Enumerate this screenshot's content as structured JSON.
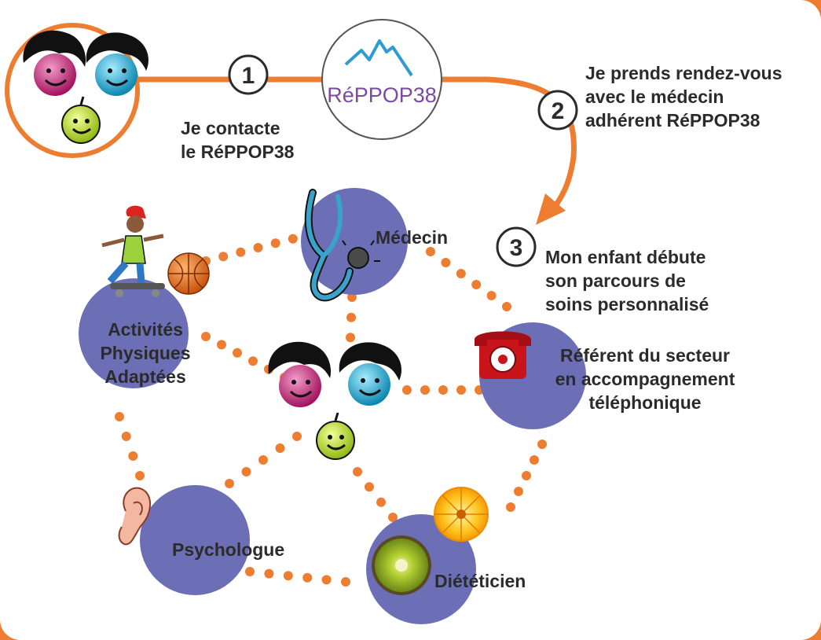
{
  "colors": {
    "accent": "#ed7d31",
    "node": "#6c6fb5",
    "dots": "#ed7d31"
  },
  "logo": {
    "text": "RéPPOP38"
  },
  "steps": [
    {
      "number": "1",
      "lines": [
        "Je contacte",
        "le RéPPOP38"
      ]
    },
    {
      "number": "2",
      "lines": [
        "Je prends rendez-vous",
        "avec le médecin",
        "adhérent RéPPOP38"
      ]
    },
    {
      "number": "3",
      "lines": [
        "Mon enfant débute",
        "son parcours de",
        "soins personnalisé"
      ]
    }
  ],
  "nodes": {
    "medecin": {
      "label": "Médecin",
      "icon": "stethoscope-icon"
    },
    "activites": {
      "lines": [
        "Activités",
        "Physiques",
        "Adaptées"
      ],
      "icon": "skateboarder-icon"
    },
    "referent": {
      "lines": [
        "Référent du secteur",
        "en accompagnement",
        "téléphonique"
      ],
      "icon": "telephone-icon"
    },
    "psychologue": {
      "label": "Psychologue",
      "icon": "ear-icon"
    },
    "dieteticien": {
      "label": "Diététicien",
      "icon": "kiwi-icon"
    }
  }
}
